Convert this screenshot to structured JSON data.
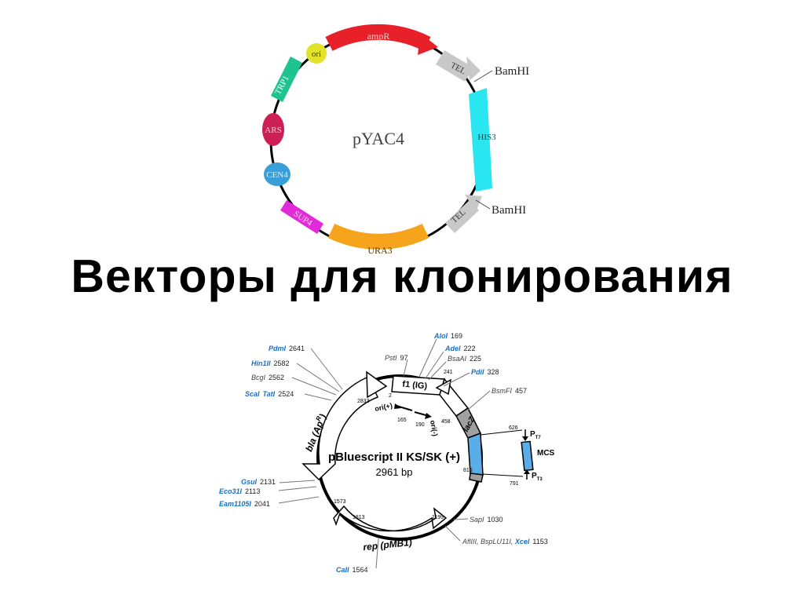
{
  "slide": {
    "title": "Векторы для клонирования"
  },
  "pyac4": {
    "name": "pYAC4",
    "segments": {
      "ampR": "ampR",
      "ori": "ori",
      "trp1": "TRP1",
      "ars": "ARS",
      "cen4": "CEN4",
      "sup4": "SUP4",
      "ura3": "URA3",
      "tel_top": "TEL",
      "tel_bottom": "TEL",
      "his3": "HIS3"
    },
    "sites": {
      "bamhi_top": "BamHI",
      "bamhi_bottom": "BamHI"
    },
    "colors": {
      "ampR": "#e8202a",
      "ori": "#e2e22a",
      "trp1": "#1fc38f",
      "ars": "#cc1f55",
      "cen4": "#3a9fd8",
      "sup4": "#e22ad8",
      "ura3": "#f5a41c",
      "tel": "#c8c8c8",
      "his3": "#2ae6f0",
      "backbone": "#000000"
    }
  },
  "pbluescript": {
    "name": "pBluescript II KS/SK (+)",
    "size": "2961 bp",
    "features": {
      "f1": "f1 (IG)",
      "bla": "bla (Ap",
      "bla_sup": "R",
      "bla_close": ")",
      "rep": "rep (pMB1)",
      "lacz": "lacZ",
      "mcs": "MCS",
      "pt7": "P",
      "pt7_sub": "T7",
      "pt3": "P",
      "pt3_sub": "T3",
      "ori_plus": "ori(+)",
      "ori_minus": "ori(-)"
    },
    "sites": {
      "pdml": "PdmI",
      "pdml_pos": "2641",
      "hin1": "Hin1II",
      "hin1_pos": "2582",
      "bcgi": "BcgI",
      "bcgi_pos": "2562",
      "scai": "ScaI",
      "tati": "TatI",
      "scai_pos": "2524",
      "psti": "PstI",
      "psti_pos": "97",
      "aloi": "AloI",
      "aloi_pos": "169",
      "adei": "AdeI",
      "adei_pos": "222",
      "bsaai": "BsaAI",
      "bsaai_pos": "225",
      "pdii": "PdiI",
      "pdii_pos": "328",
      "bsmfi": "BsmFI",
      "bsmfi_pos": "457",
      "gsui": "GsuI",
      "gsui_pos": "2131",
      "eco31i": "Eco31I",
      "eco31i_pos": "2113",
      "eam1105i": "Eam1105I",
      "eam1105i_pos": "2041",
      "sapi": "SapI",
      "sapi_pos": "1030",
      "aflIII_line": "AflIII, BspLU11I, ",
      "xcei": "XceI",
      "xcei_pos": "1153",
      "cali": "CaII",
      "cali_pos": "1564"
    },
    "ticks": {
      "t2833": "2833",
      "t2": "2",
      "t241": "241",
      "t165": "165",
      "t190": "190",
      "t458": "458",
      "t626": "626",
      "t816": "816",
      "t791": "791",
      "t1573": "1573",
      "t1813": "1813",
      "t1199": "1199"
    },
    "colors": {
      "blue_label": "#1a6fc8",
      "blue_box": "#5aaee8",
      "gray_box": "#a0a0a0"
    }
  }
}
